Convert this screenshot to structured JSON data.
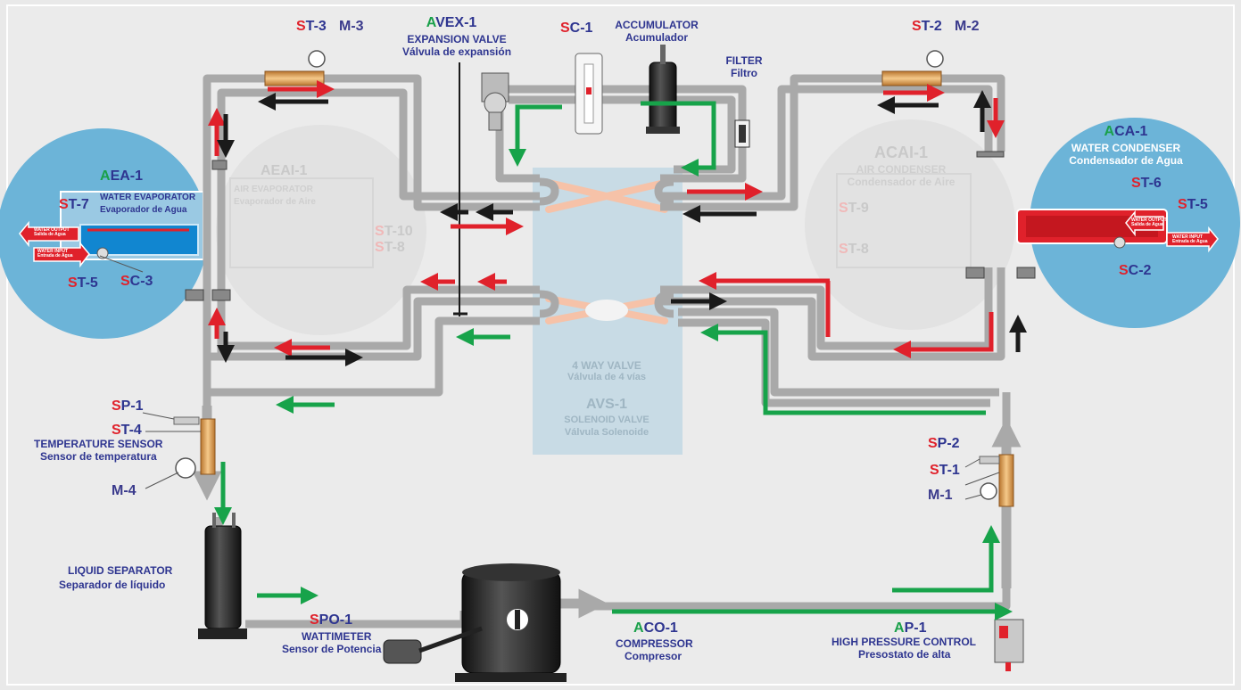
{
  "labels": {
    "st3": {
      "prefix": "S",
      "rest": "T-3"
    },
    "m3": "M-3",
    "avex1": {
      "prefix": "A",
      "rest": "VEX-1"
    },
    "avex1_en": "EXPANSION VALVE",
    "avex1_es": "Válvula de expansión",
    "sc1": {
      "prefix": "S",
      "rest": "C-1"
    },
    "accumulator_en": "ACCUMULATOR",
    "accumulator_es": "Acumulador",
    "filter_en": "FILTER",
    "filter_es": "Filtro",
    "st2": {
      "prefix": "S",
      "rest": "T-2"
    },
    "m2": "M-2",
    "aea1": {
      "prefix": "A",
      "rest": "EA-1"
    },
    "aea1_en": "WATER EVAPORATOR",
    "aea1_es": "Evaporador de Agua",
    "st7": {
      "prefix": "S",
      "rest": "T-7"
    },
    "st5_left": {
      "prefix": "S",
      "rest": "T-5"
    },
    "sc3": {
      "prefix": "S",
      "rest": "C-3"
    },
    "water_output_left": "WATER OUTPUT",
    "water_output_left_es": "Salida de Agua",
    "water_input_left": "WATER INPUT",
    "water_input_left_es": "Entrada de Agua",
    "aeai1": "AEAI-1",
    "aeai1_en": "AIR EVAPORATOR",
    "aeai1_es": "Evaporador de Aire",
    "st10": {
      "prefix": "S",
      "rest": "T-10"
    },
    "st8_left": {
      "prefix": "S",
      "rest": "T-8"
    },
    "acai1": "ACAI-1",
    "acai1_en": "AIR CONDENSER",
    "acai1_es": "Condensador de Aire",
    "st9": {
      "prefix": "S",
      "rest": "T-9"
    },
    "st8_right": {
      "prefix": "S",
      "rest": "T-8"
    },
    "aca1": {
      "prefix": "A",
      "rest": "CA-1"
    },
    "aca1_en": "WATER CONDENSER",
    "aca1_es": "Condensador de Agua",
    "st6": {
      "prefix": "S",
      "rest": "T-6"
    },
    "st5_right": {
      "prefix": "S",
      "rest": "T-5"
    },
    "sc2": {
      "prefix": "S",
      "rest": "C-2"
    },
    "water_output_right": "WATER OUTPUT",
    "water_output_right_es": "Salida de Agua",
    "water_input_right": "WATER INPUT",
    "water_input_right_es": "Entrada de Agua",
    "valve4_en": "4 WAY VALVE",
    "valve4_es": "Válvula de 4 vías",
    "avs1": "AVS-1",
    "avs1_en": "SOLENOID VALVE",
    "avs1_es": "Válvula Solenoide",
    "sp1": {
      "prefix": "S",
      "rest": "P-1"
    },
    "st4": {
      "prefix": "S",
      "rest": "T-4"
    },
    "temp_sensor_en": "TEMPERATURE SENSOR",
    "temp_sensor_es": "Sensor de temperatura",
    "m4": "M-4",
    "sp2": {
      "prefix": "S",
      "rest": "P-2"
    },
    "st1": {
      "prefix": "S",
      "rest": "T-1"
    },
    "m1": "M-1",
    "liquid_sep_en": "LIQUID SEPARATOR",
    "liquid_sep_es": "Separador de  líquido",
    "spo1": {
      "prefix": "S",
      "rest": "PO-1"
    },
    "spo1_en": "WATTIMETER",
    "spo1_es": "Sensor de Potencia",
    "aco1": {
      "prefix": "A",
      "rest": "CO-1"
    },
    "aco1_en": "COMPRESSOR",
    "aco1_es": "Compresor",
    "ap1": {
      "prefix": "A",
      "rest": "P-1"
    },
    "ap1_en": "HIGH PRESSURE CONTROL",
    "ap1_es": "Presostato de alta"
  },
  "colors": {
    "background": "#e9e9e9",
    "pipe": "#a9a9a9",
    "flow_red": "#e0212b",
    "flow_black": "#1a1a1a",
    "flow_green": "#17a34a",
    "label_blue": "#2e3590",
    "water_circle": "#6cb4d8",
    "valve_panel": "#bcd6e3"
  }
}
